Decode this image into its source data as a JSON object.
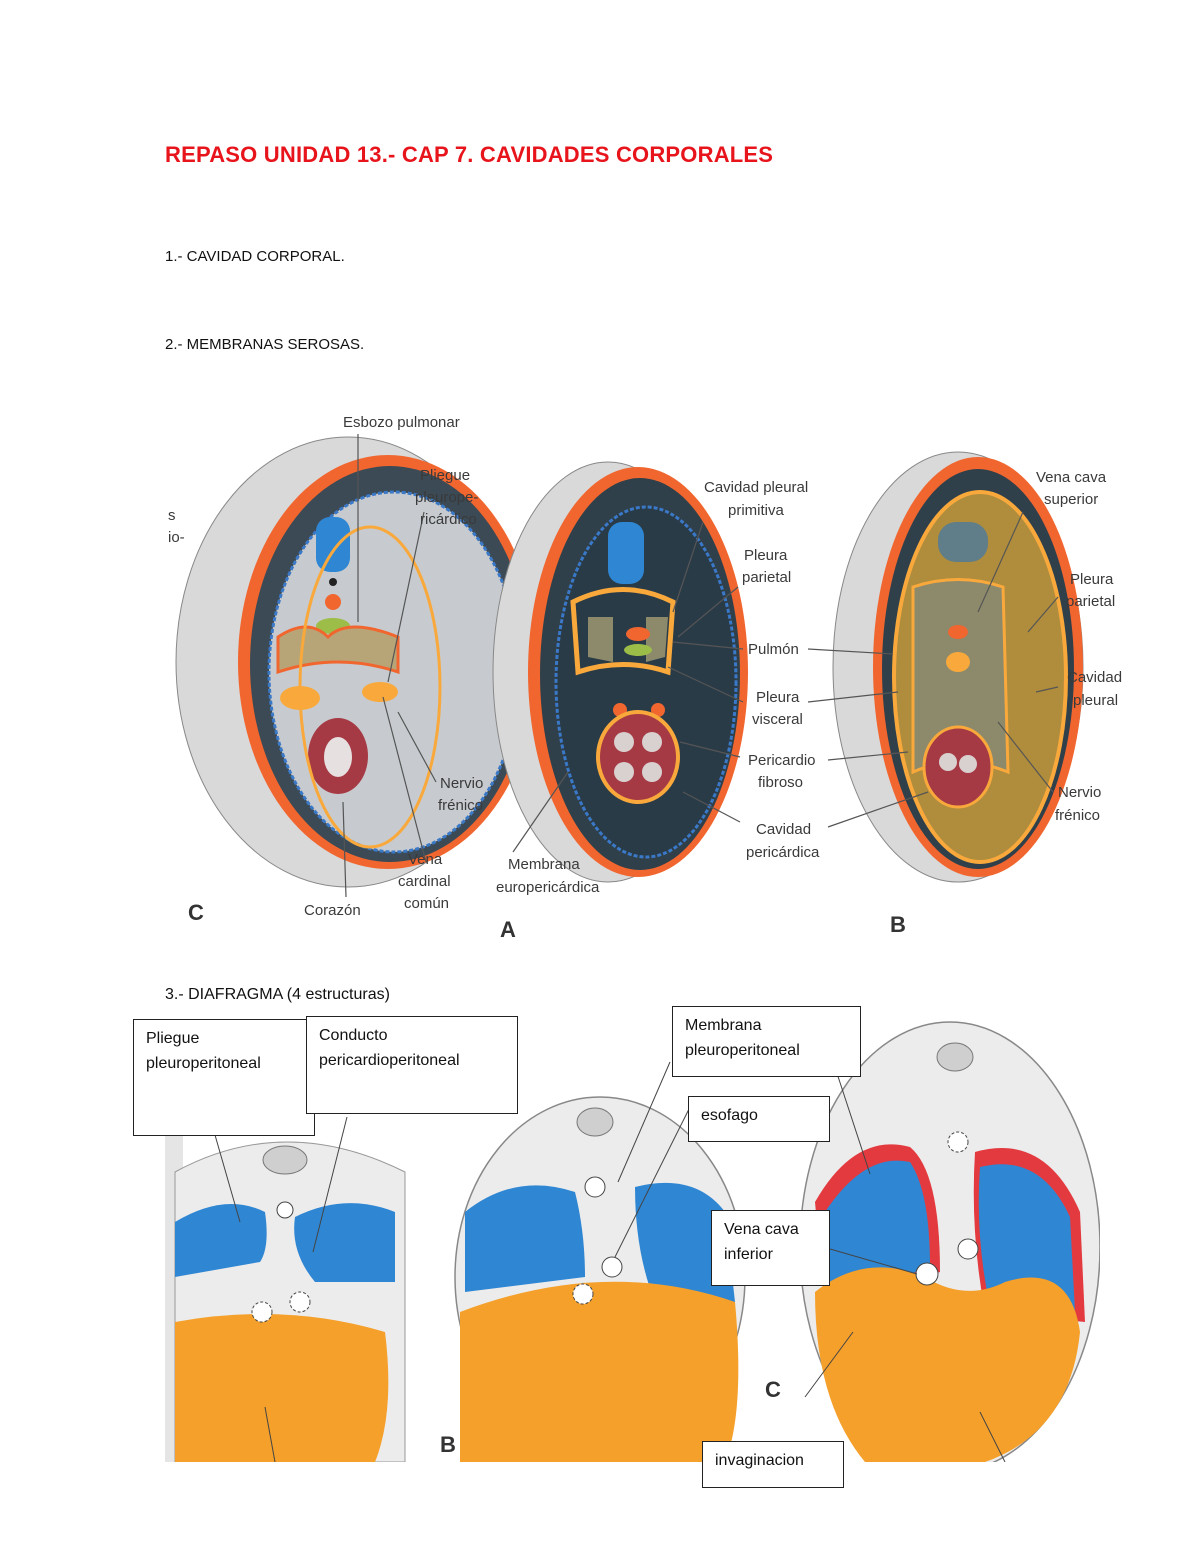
{
  "document": {
    "title": "REPASO UNIDAD 13.- CAP 7. CAVIDADES CORPORALES",
    "sections": [
      {
        "label": "1.- CAVIDAD CORPORAL."
      },
      {
        "label": "2.- MEMBRANAS SEROSAS."
      },
      {
        "label": "3.- DIAFRAGMA (4 estructuras)"
      }
    ]
  },
  "figure_serosas": {
    "panel_letters": [
      "C",
      "A",
      "B"
    ],
    "labels": {
      "esbozo_pulmonar": "Esbozo pulmonar",
      "pliegue_l1": "Pliegue",
      "pliegue_l2": "pleurope-",
      "pliegue_l3": "ricárdico",
      "nervio_l1": "Nervio",
      "nervio_l2": "frénico",
      "vena_cardinal_l1": "Vena",
      "vena_cardinal_l2": "cardinal",
      "vena_cardinal_l3": "común",
      "corazon": "Corazón",
      "cavidad_pleural_prim_l1": "Cavidad pleural",
      "cavidad_pleural_prim_l2": "primitiva",
      "pleura_parietal_l1": "Pleura",
      "pleura_parietal_l2": "parietal",
      "pulmon": "Pulmón",
      "pleura_visceral_l1": "Pleura",
      "pleura_visceral_l2": "visceral",
      "pericardio_l1": "Pericardio",
      "pericardio_l2": "fibroso",
      "cavidad_peric_l1": "Cavidad",
      "cavidad_peric_l2": "pericárdica",
      "membrana_l1": "Membrana",
      "membrana_l2": "europericárdica",
      "vena_cava_sup_l1": "Vena cava",
      "vena_cava_sup_l2": "superior",
      "pleura_parietal_b_l1": "Pleura",
      "pleura_parietal_b_l2": "parietal",
      "cavidad_pleural_l1": "Cavidad",
      "cavidad_pleural_l2": "pleural",
      "nervio_b_l1": "Nervio",
      "nervio_b_l2": "frénico",
      "cut_l1": "s",
      "cut_l2": "io-"
    }
  },
  "figure_diafragma": {
    "panel_letters": [
      "B",
      "C"
    ],
    "boxes": {
      "pliegue": [
        "Pliegue",
        "pleuroperitoneal"
      ],
      "conducto": [
        "Conducto",
        "pericardioperitoneal"
      ],
      "membrana": [
        "Membrana",
        "pleuroperitoneal"
      ],
      "esofago": [
        "esofago"
      ],
      "vena_cava": [
        "Vena cava",
        "inferior"
      ],
      "invaginacion": [
        "invaginacion"
      ]
    }
  }
}
